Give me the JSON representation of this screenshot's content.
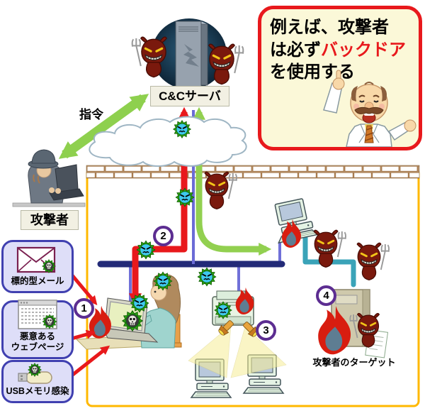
{
  "speech_box": {
    "line1": "例えば、攻撃者",
    "line2_black": "は必ず",
    "line2_red": "バックドア",
    "line3": "を使用する"
  },
  "cnc": {
    "label": "C&Cサーバ"
  },
  "command": {
    "label": "指令"
  },
  "attacker": {
    "label": "攻撃者"
  },
  "attack_vectors": [
    {
      "label": "標的型メール"
    },
    {
      "label": "悪意ある\nウェブページ"
    },
    {
      "label": "USBメモリ感染"
    }
  ],
  "steps": [
    {
      "num": "1"
    },
    {
      "num": "2"
    },
    {
      "num": "3"
    },
    {
      "num": "4"
    }
  ],
  "target": {
    "label": "攻撃者のターゲット"
  },
  "colors": {
    "accent_red": "#E8191C",
    "arrow_green": "#92D050",
    "step_purple": "#5C2D91",
    "bus_navy": "#232B78",
    "boundary_orange": "#FFB800",
    "lan_teal": "#3AA3B8",
    "vector_box_fill": "#DEDEF8",
    "vector_box_border": "#4040B0",
    "speech_fill": "#FBF8D8"
  }
}
